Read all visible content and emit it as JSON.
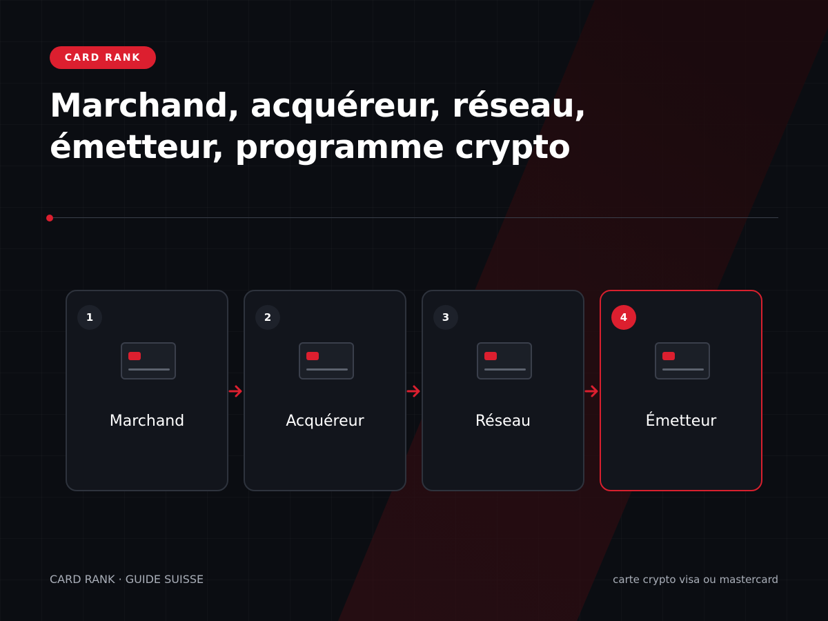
{
  "badge": "CARD RANK",
  "title": {
    "line1": "Marchand, acquéreur, réseau,",
    "line2": "émetteur, programme crypto"
  },
  "steps": [
    {
      "number": "1",
      "label": "Marchand",
      "active": false
    },
    {
      "number": "2",
      "label": "Acquéreur",
      "active": false
    },
    {
      "number": "3",
      "label": "Réseau",
      "active": false
    },
    {
      "number": "4",
      "label": "Émetteur",
      "active": true
    }
  ],
  "footer": {
    "left": "CARD RANK · GUIDE SUISSE",
    "right": "carte crypto visa ou mastercard"
  },
  "colors": {
    "accent": "#dc1f2f",
    "background": "#0b0d12",
    "card": "#12151c",
    "card_border": "#2e333d"
  },
  "icons": {
    "step_icon": "credit-card-icon",
    "connector": "arrow-right-icon"
  }
}
